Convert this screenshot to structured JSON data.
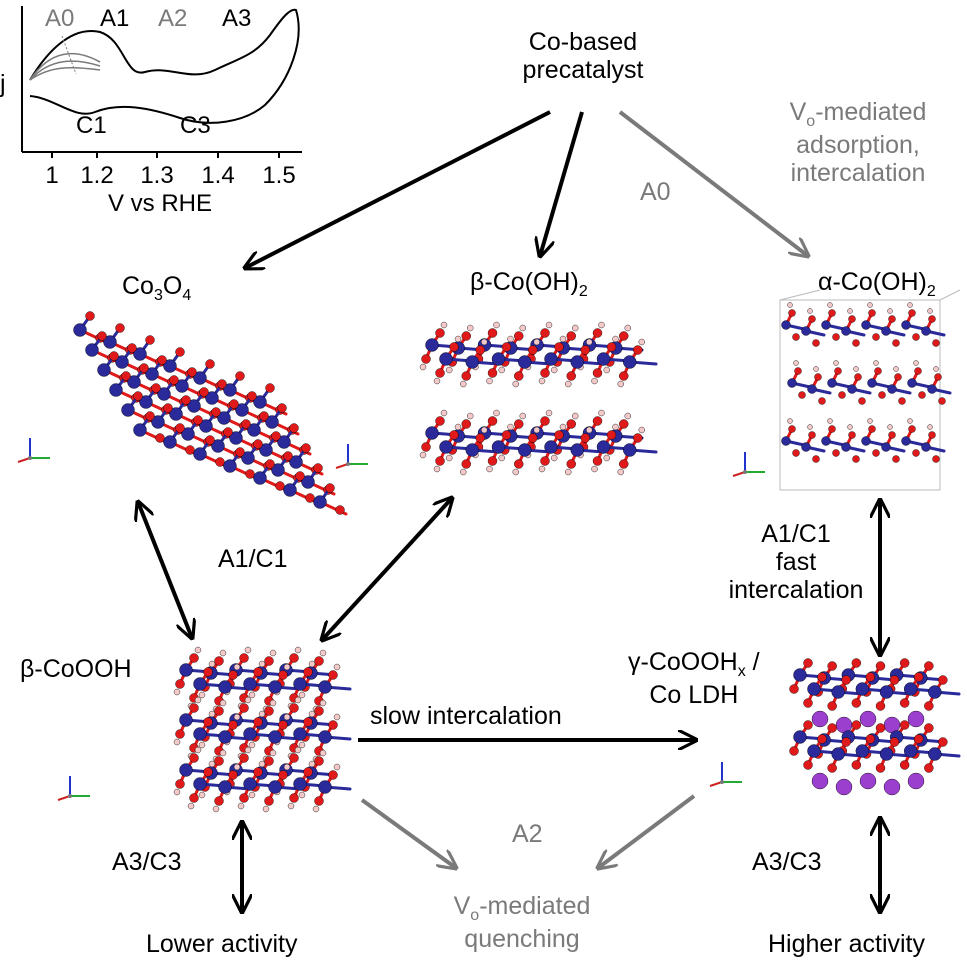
{
  "inset": {
    "y_label": "j",
    "x_label": "V vs RHE",
    "x_ticks": [
      "1",
      "1.2",
      "1.3",
      "1.4",
      "1.5"
    ],
    "peak_labels": [
      "A0",
      "A1",
      "A2",
      "A3"
    ],
    "cathodic_labels": [
      "C1",
      "C3"
    ]
  },
  "nodes": {
    "precatalyst": [
      "Co-based",
      "precatalyst"
    ],
    "co3o4": {
      "base": "Co",
      "sub1": "3",
      "mid": "O",
      "sub2": "4"
    },
    "beta_cooh2": {
      "text": "β-Co(OH)",
      "sub": "2"
    },
    "alpha_cooh2": {
      "text": "α-Co(OH)",
      "sub": "2"
    },
    "beta_cooh": "β-CoOOH",
    "gamma": {
      "line1": "γ-CoOOH",
      "sub": "x",
      "after": " /",
      "line2": "Co LDH"
    },
    "lower_activity": "Lower activity",
    "higher_activity": "Higher activity",
    "quenching": {
      "v": "V",
      "sub": "o",
      "rest": "-mediated",
      "line2": "quenching"
    }
  },
  "edges": {
    "a0": "A0",
    "vo_adsorption": {
      "v": "V",
      "sub": "o",
      "rest": "-mediated",
      "line2": "adsorption,",
      "line3": "intercalation"
    },
    "a1c1_left": "A1/C1",
    "a1c1_right": [
      "A1/C1",
      "fast",
      "intercalation"
    ],
    "slow": "slow intercalation",
    "a2": "A2",
    "a3c3_left": "A3/C3",
    "a3c3_right": "A3/C3"
  },
  "colors": {
    "black": "#000000",
    "gray": "#7a7a7a",
    "cobalt": "#2a2a9a",
    "oxygen": "#e01a1a",
    "hydrogen": "#f4c9c9",
    "potassium": "#9b3fcf"
  }
}
